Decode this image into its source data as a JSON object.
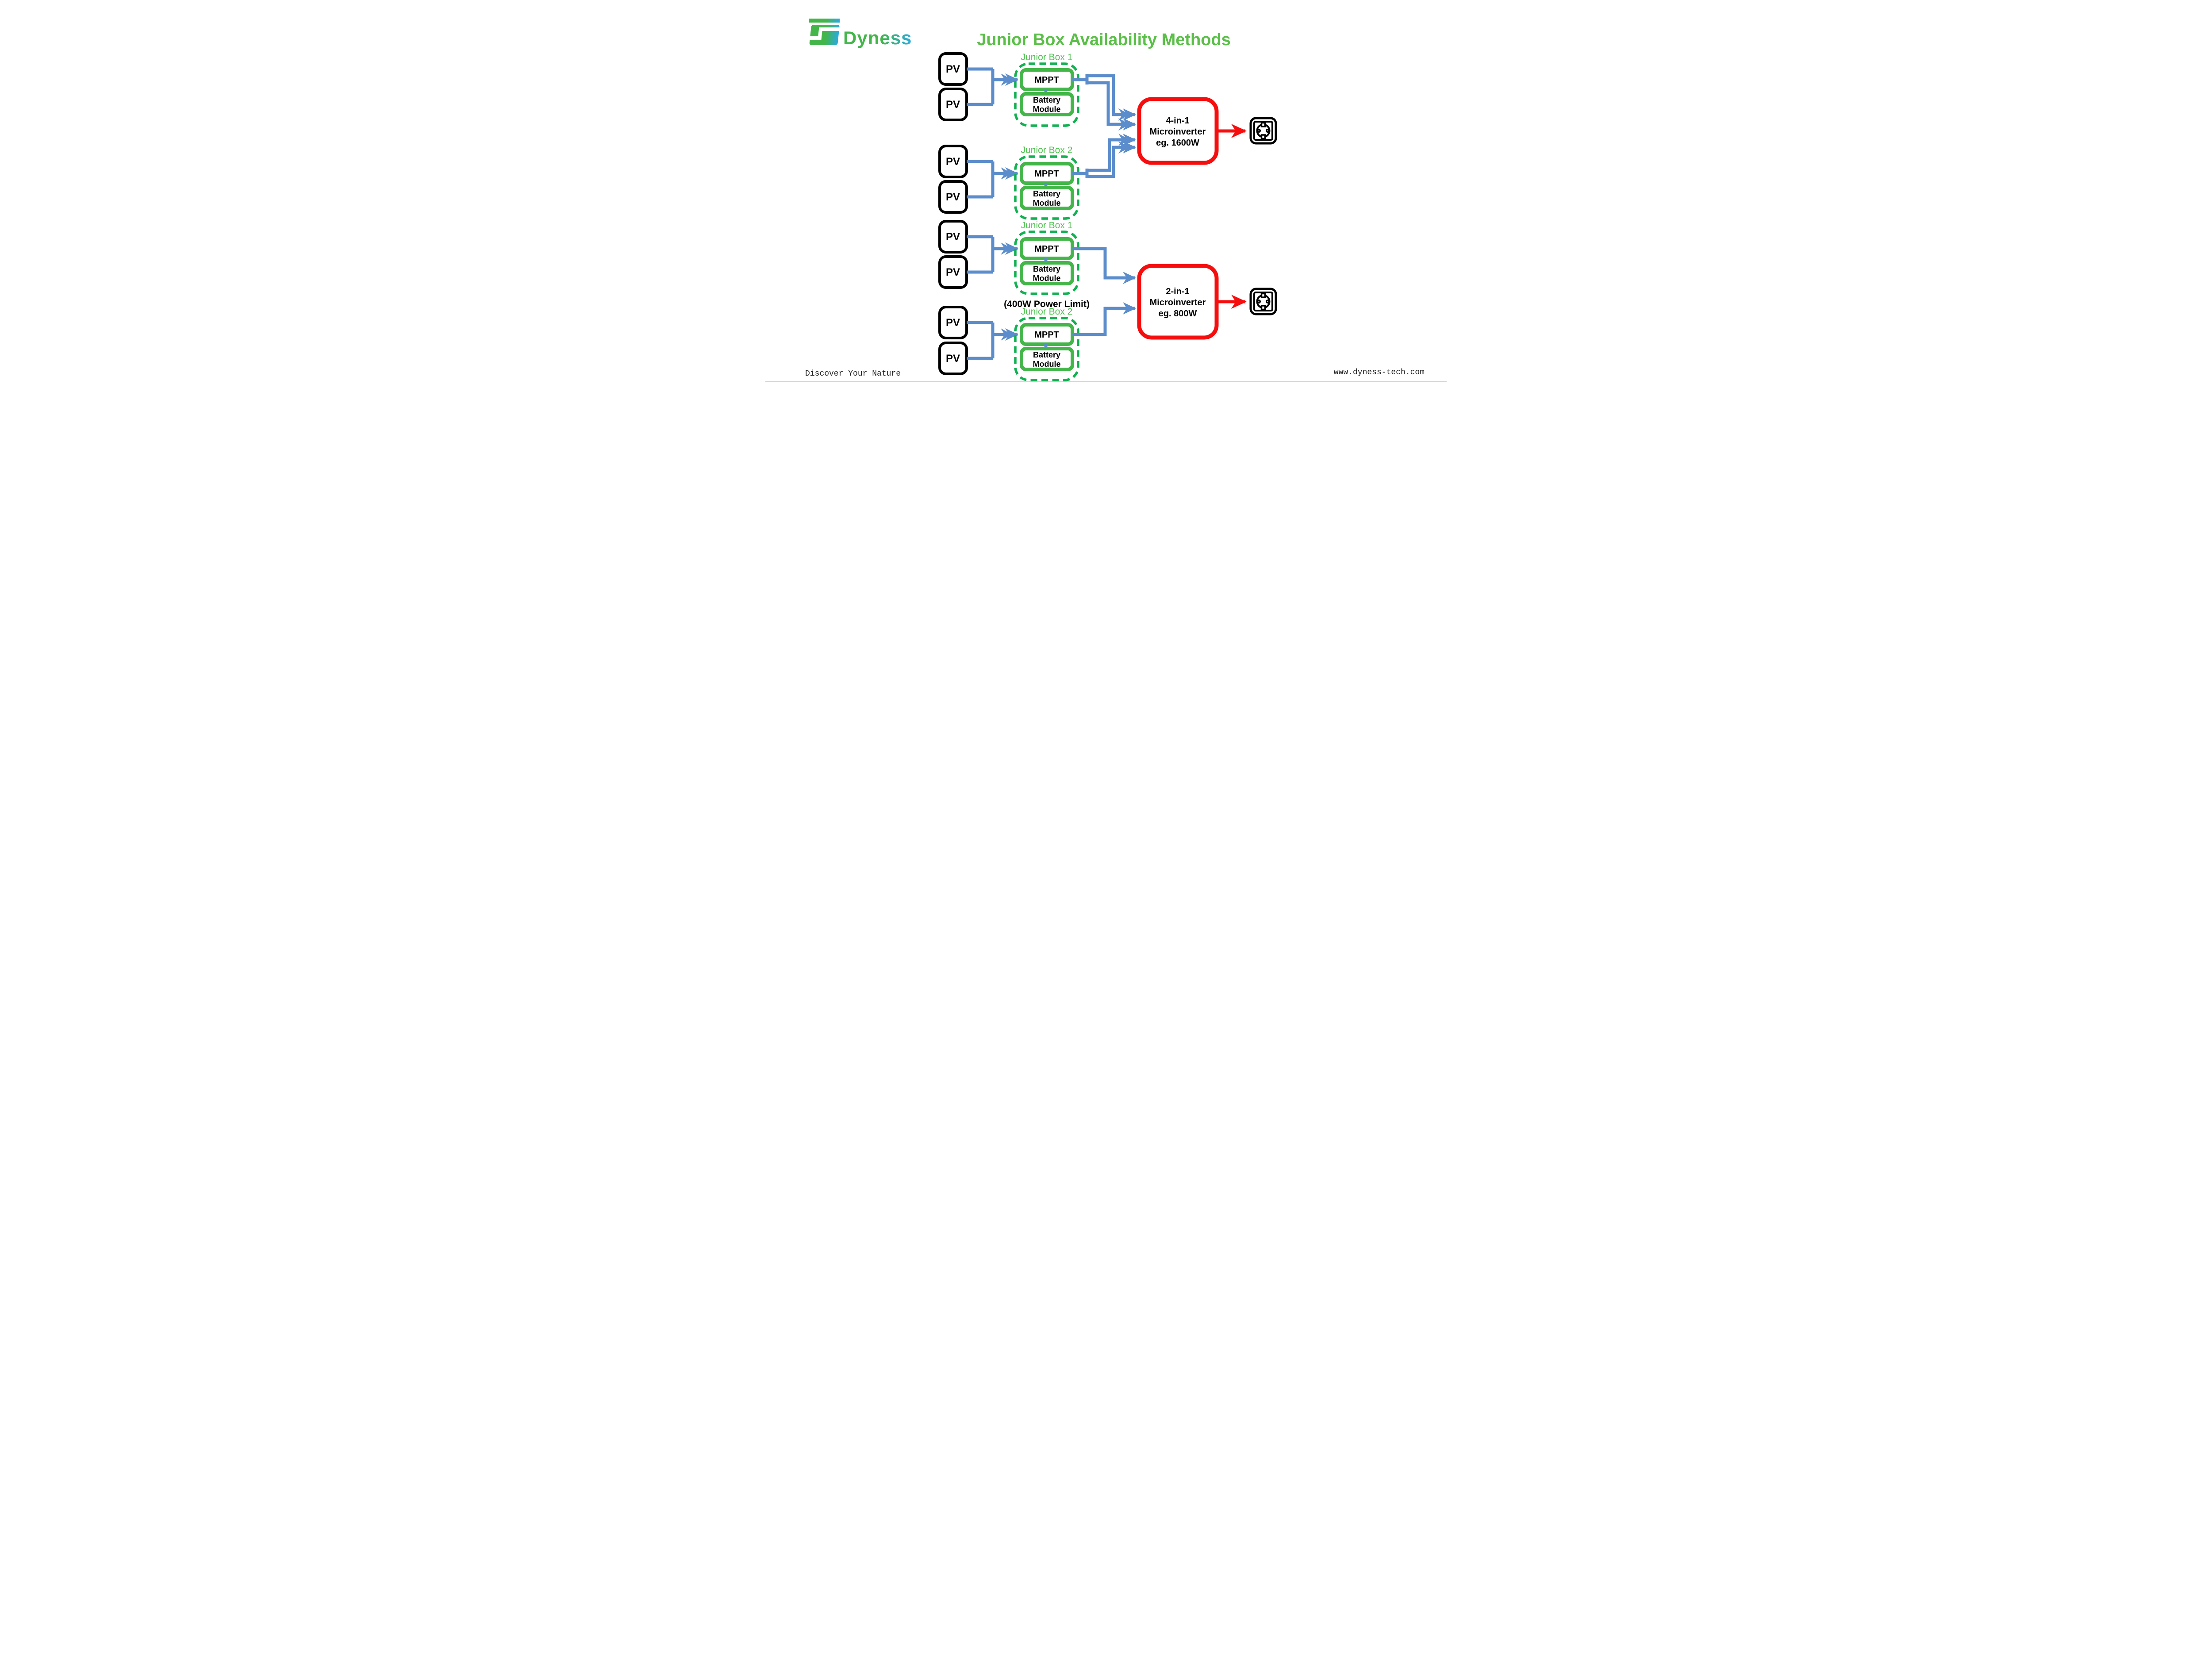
{
  "slide": {
    "title": "Junior Box Availability Methods",
    "brand_wordmark": "Dyness",
    "footer_left": "Discover Your Nature",
    "footer_right": "www.dyness-tech.com",
    "power_limit_note": "(400W Power Limit)"
  },
  "labels": {
    "pv": "PV",
    "mppt": "MPPT",
    "battery_line1": "Battery",
    "battery_line2": "Module"
  },
  "junior_boxes": [
    {
      "label": "Junior Box 1"
    },
    {
      "label": "Junior Box 2"
    },
    {
      "label": "Junior Box 1"
    },
    {
      "label": "Junior Box 2"
    }
  ],
  "inverters": [
    {
      "name_line": "4-in-1",
      "type_line": "Microinverter",
      "power_line": "eg. 1600W"
    },
    {
      "name_line": "2-in-1",
      "type_line": "Microinverter",
      "power_line": "eg. 800W"
    }
  ],
  "icons": {
    "outlet": "schuko-power-socket",
    "logo_mark": "dyness-double-s-mark"
  },
  "colors": {
    "title_green": "#5abf47",
    "label_green": "#4cc24e",
    "box_green": "#43b649",
    "dashed_green": "#10b150",
    "connector_blue": "#5b8ccb",
    "inverter_red": "#f60d0d",
    "text_black": "#000000",
    "footer_text": "#1f1f1f",
    "footer_line": "#cccccc",
    "logo_green": "#43b649",
    "logo_blue": "#2aabe2"
  }
}
